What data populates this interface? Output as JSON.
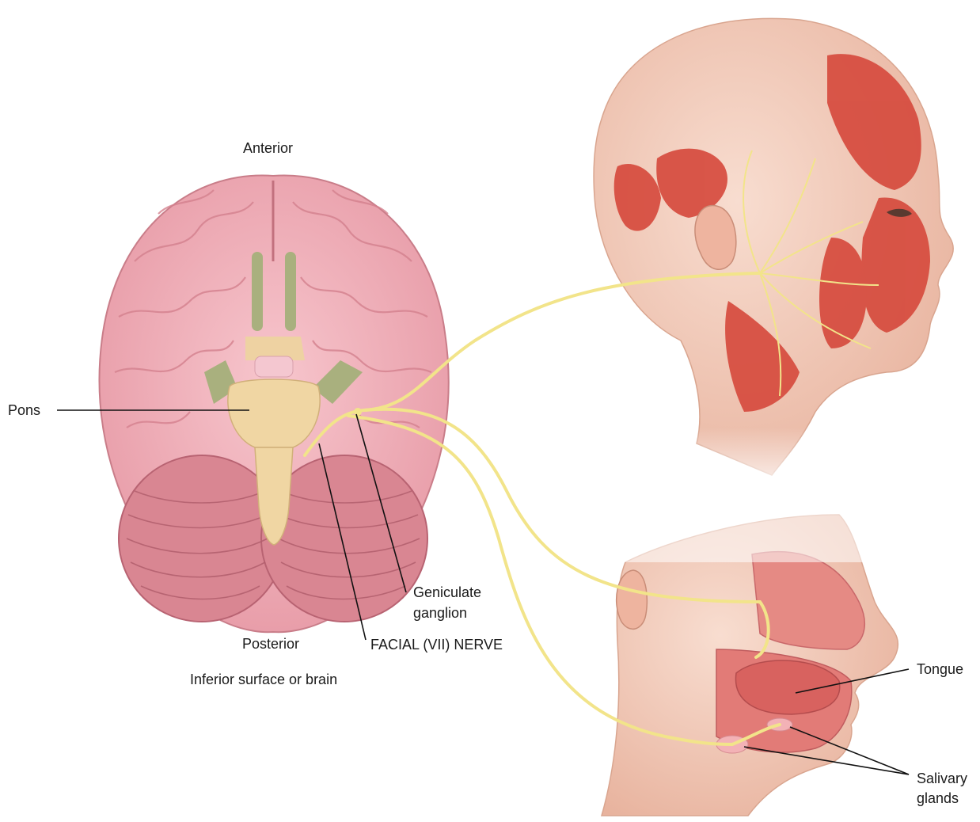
{
  "labels": {
    "anterior": "Anterior",
    "posterior": "Posterior",
    "inferior_surface": "Inferior surface or brain",
    "pons": "Pons",
    "geniculate_line1": "Geniculate",
    "geniculate_line2": "ganglion",
    "facial_nerve": "FACIAL (VII) NERVE",
    "tongue": "Tongue",
    "salivary_line1": "Salivary",
    "salivary_line2": "glands"
  },
  "colors": {
    "brain": "#efaeb7",
    "brain_fold": "#d98a96",
    "cerebellum": "#d98692",
    "brainstem": "#f0d6a3",
    "olfactory": "#a9b07e",
    "nerve": "#f2e48a",
    "muscle": "#d64b3e",
    "skin": "#f1c8b3",
    "mouth": "#e58a84",
    "leader": "#111111"
  }
}
